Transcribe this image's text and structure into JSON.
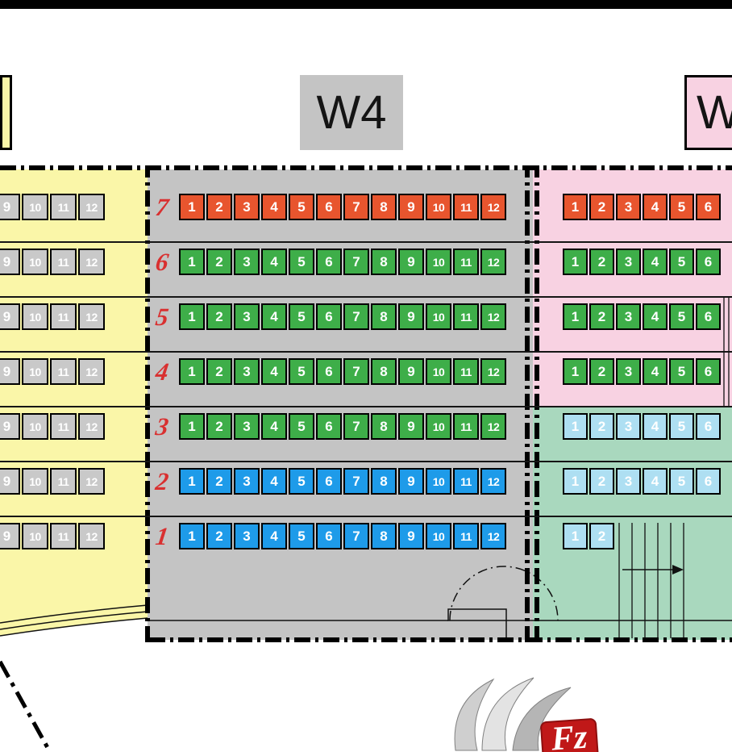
{
  "labels": {
    "middle": "W4",
    "right": "W"
  },
  "colors": {
    "yellow_zone": "#FAF6A8",
    "gray_zone": "#C4C4C4",
    "pink_zone": "#F8D2E2",
    "teal_zone": "#A9D8BE",
    "cell_orange": "#E8552E",
    "cell_green": "#3EAE49",
    "cell_blue": "#1E9BE9",
    "cell_lightblue": "#AEDFF2",
    "cell_gray": "#C9C9C9",
    "row_label_red": "#D93030",
    "logo_red": "#C01818"
  },
  "left_zone": {
    "rows": [
      {
        "color": "gray",
        "cells": [
          "9",
          "10",
          "11",
          "12"
        ]
      },
      {
        "color": "gray",
        "cells": [
          "9",
          "10",
          "11",
          "12"
        ]
      },
      {
        "color": "gray",
        "cells": [
          "9",
          "10",
          "11",
          "12"
        ]
      },
      {
        "color": "gray",
        "cells": [
          "9",
          "10",
          "11",
          "12"
        ]
      },
      {
        "color": "gray",
        "cells": [
          "9",
          "10",
          "11",
          "12"
        ]
      },
      {
        "color": "gray",
        "cells": [
          "9",
          "10",
          "11",
          "12"
        ]
      },
      {
        "color": "gray",
        "cells": [
          "9",
          "10",
          "11",
          "12"
        ]
      }
    ]
  },
  "middle_zone": {
    "rows": [
      {
        "label": "7",
        "color": "orange",
        "cells": [
          "1",
          "2",
          "3",
          "4",
          "5",
          "6",
          "7",
          "8",
          "9",
          "10",
          "11",
          "12"
        ]
      },
      {
        "label": "6",
        "color": "green",
        "cells": [
          "1",
          "2",
          "3",
          "4",
          "5",
          "6",
          "7",
          "8",
          "9",
          "10",
          "11",
          "12"
        ]
      },
      {
        "label": "5",
        "color": "green",
        "cells": [
          "1",
          "2",
          "3",
          "4",
          "5",
          "6",
          "7",
          "8",
          "9",
          "10",
          "11",
          "12"
        ]
      },
      {
        "label": "4",
        "color": "green",
        "cells": [
          "1",
          "2",
          "3",
          "4",
          "5",
          "6",
          "7",
          "8",
          "9",
          "10",
          "11",
          "12"
        ]
      },
      {
        "label": "3",
        "color": "green",
        "cells": [
          "1",
          "2",
          "3",
          "4",
          "5",
          "6",
          "7",
          "8",
          "9",
          "10",
          "11",
          "12"
        ]
      },
      {
        "label": "2",
        "color": "blue",
        "cells": [
          "1",
          "2",
          "3",
          "4",
          "5",
          "6",
          "7",
          "8",
          "9",
          "10",
          "11",
          "12"
        ]
      },
      {
        "label": "1",
        "color": "blue",
        "cells": [
          "1",
          "2",
          "3",
          "4",
          "5",
          "6",
          "7",
          "8",
          "9",
          "10",
          "11",
          "12"
        ]
      }
    ]
  },
  "right_zone": {
    "rows": [
      {
        "color": "orange",
        "cells": [
          "1",
          "2",
          "3",
          "4",
          "5",
          "6"
        ]
      },
      {
        "color": "green",
        "cells": [
          "1",
          "2",
          "3",
          "4",
          "5",
          "6"
        ]
      },
      {
        "color": "green",
        "cells": [
          "1",
          "2",
          "3",
          "4",
          "5",
          "6"
        ]
      },
      {
        "color": "green",
        "cells": [
          "1",
          "2",
          "3",
          "4",
          "5",
          "6"
        ]
      },
      {
        "color": "lightblue",
        "cells": [
          "1",
          "2",
          "3",
          "4",
          "5",
          "6"
        ]
      },
      {
        "color": "lightblue",
        "cells": [
          "1",
          "2",
          "3",
          "4",
          "5",
          "6"
        ]
      },
      {
        "color": "lightblue",
        "cells": [
          "1",
          "2"
        ]
      }
    ]
  },
  "logo": {
    "text": "Fz"
  }
}
